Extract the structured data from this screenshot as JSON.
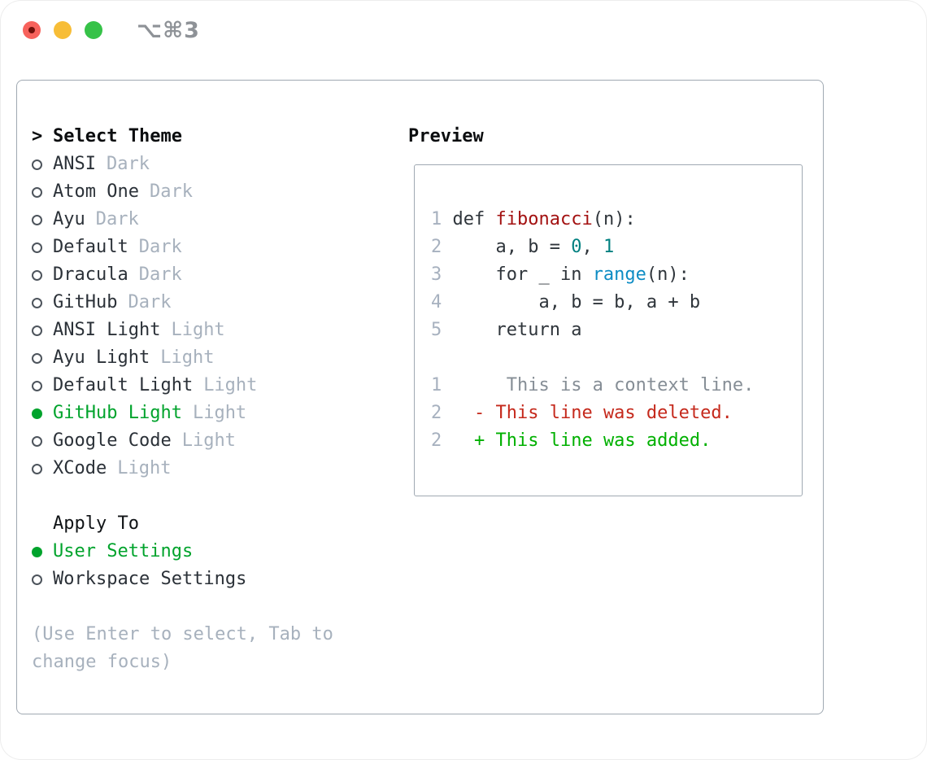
{
  "titlebar": {
    "title": "⌥⌘3",
    "buttons": [
      "close",
      "minimize",
      "zoom"
    ]
  },
  "colors": {
    "accent_green": "#00a32c",
    "diff_added": "#00b000",
    "diff_deleted": "#c5291c",
    "function_name": "#a31111",
    "number_literal": "#008080",
    "builtin": "#0d8cc4",
    "muted": "#a7b1bd",
    "border": "#a0a9b2"
  },
  "theme_panel": {
    "header_prefix": ">",
    "header": "Select Theme",
    "items": [
      {
        "name": "ANSI",
        "tag": "Dark",
        "selected": false
      },
      {
        "name": "Atom One",
        "tag": "Dark",
        "selected": false
      },
      {
        "name": "Ayu",
        "tag": "Dark",
        "selected": false
      },
      {
        "name": "Default",
        "tag": "Dark",
        "selected": false
      },
      {
        "name": "Dracula",
        "tag": "Dark",
        "selected": false
      },
      {
        "name": "GitHub",
        "tag": "Dark",
        "selected": false
      },
      {
        "name": "ANSI Light",
        "tag": "Light",
        "selected": false
      },
      {
        "name": "Ayu Light",
        "tag": "Light",
        "selected": false
      },
      {
        "name": "Default Light",
        "tag": "Light",
        "selected": false
      },
      {
        "name": "GitHub Light",
        "tag": "Light",
        "selected": true
      },
      {
        "name": "Google Code",
        "tag": "Light",
        "selected": false
      },
      {
        "name": "XCode",
        "tag": "Light",
        "selected": false
      }
    ],
    "apply_to": {
      "header": "Apply To",
      "options": [
        {
          "name": "User Settings",
          "selected": true
        },
        {
          "name": "Workspace Settings",
          "selected": false
        }
      ]
    },
    "hint": "(Use Enter to select, Tab to change focus)"
  },
  "preview": {
    "title": "Preview",
    "code_lines": [
      {
        "segs": [
          {
            "t": "1 ",
            "c": "num"
          },
          {
            "t": "def ",
            "c": "pln"
          },
          {
            "t": "fibonacci",
            "c": "fn"
          },
          {
            "t": "(n):",
            "c": "pln"
          }
        ]
      },
      {
        "segs": [
          {
            "t": "2 ",
            "c": "num"
          },
          {
            "t": "    a, b = ",
            "c": "pln"
          },
          {
            "t": "0",
            "c": "lit"
          },
          {
            "t": ", ",
            "c": "pln"
          },
          {
            "t": "1",
            "c": "lit"
          }
        ]
      },
      {
        "segs": [
          {
            "t": "3 ",
            "c": "num"
          },
          {
            "t": "    for _ in ",
            "c": "pln"
          },
          {
            "t": "range",
            "c": "bi"
          },
          {
            "t": "(n):",
            "c": "pln"
          }
        ]
      },
      {
        "segs": [
          {
            "t": "4 ",
            "c": "num"
          },
          {
            "t": "        a, b = b, a + b",
            "c": "pln"
          }
        ]
      },
      {
        "segs": [
          {
            "t": "5 ",
            "c": "num"
          },
          {
            "t": "    return a",
            "c": "pln"
          }
        ]
      },
      {
        "segs": []
      },
      {
        "segs": [
          {
            "t": "1",
            "c": "num"
          },
          {
            "t": "      This is a context line.",
            "c": "ctx"
          }
        ]
      },
      {
        "segs": [
          {
            "t": "2",
            "c": "num"
          },
          {
            "t": "   ",
            "c": "pln"
          },
          {
            "t": "- This line was deleted.",
            "c": "del"
          }
        ]
      },
      {
        "segs": [
          {
            "t": "2",
            "c": "num"
          },
          {
            "t": "   ",
            "c": "pln"
          },
          {
            "t": "+ This line was added.",
            "c": "add"
          }
        ]
      }
    ]
  }
}
